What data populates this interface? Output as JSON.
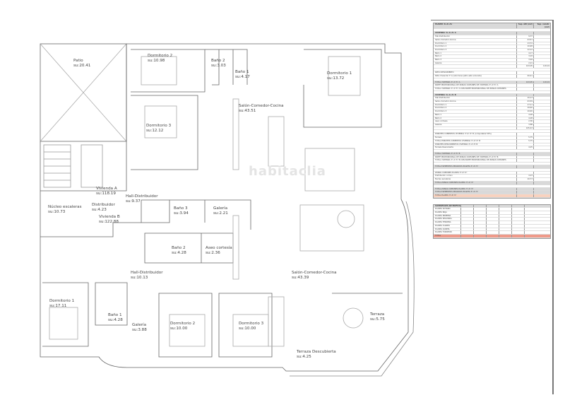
{
  "plan": {
    "watermark": "habitaclia",
    "rooms": [
      {
        "id": "patio",
        "name": "Patio",
        "area": "su:20.41"
      },
      {
        "id": "a-dormitorio-2",
        "name": "Dormitorio 2",
        "area": "su:10.98"
      },
      {
        "id": "a-bano-2",
        "name": "Baño 2",
        "area": "su:3.03"
      },
      {
        "id": "a-bano-1",
        "name": "Baño 1",
        "area": "su:4.17"
      },
      {
        "id": "a-dormitorio-1",
        "name": "Dormitorio 1",
        "area": "su:13.72"
      },
      {
        "id": "a-salon",
        "name": "Salón-Comedor-Cocina",
        "area": "su:43.51"
      },
      {
        "id": "a-dormitorio-3",
        "name": "Dormitorio 3",
        "area": "su:12.12"
      },
      {
        "id": "vivienda-a",
        "name": "Vivienda A",
        "area": "su:118.19"
      },
      {
        "id": "a-hall",
        "name": "Hall-Distribuidor",
        "area": "su:9.37"
      },
      {
        "id": "nucleo",
        "name": "Núcleo escaleras",
        "area": "su:10.73"
      },
      {
        "id": "distribuidor",
        "name": "Distribuidor",
        "area": "su:4.23"
      },
      {
        "id": "vivienda-b",
        "name": "Vivienda B",
        "area": "su:122.88"
      },
      {
        "id": "a-bano-3",
        "name": "Baño 3",
        "area": "su:3.94"
      },
      {
        "id": "a-galeria",
        "name": "Galería",
        "area": "su:2.21"
      },
      {
        "id": "b-bano-2",
        "name": "Baño 2",
        "area": "su:4.28"
      },
      {
        "id": "b-aseo",
        "name": "Aseo cortesía",
        "area": "su:2.36"
      },
      {
        "id": "b-hall",
        "name": "Hall-Distribuidor",
        "area": "su:10.13"
      },
      {
        "id": "b-salon",
        "name": "Salón-Comedor-Cocina",
        "area": "su:43.39"
      },
      {
        "id": "b-dormitorio-1",
        "name": "Dormitorio 1",
        "area": "su:17.11"
      },
      {
        "id": "b-bano-1",
        "name": "Baño 1",
        "area": "su:4.28"
      },
      {
        "id": "b-galeria",
        "name": "Galería",
        "area": "su:3.88"
      },
      {
        "id": "b-dormitorio-2",
        "name": "Dormitorio 2",
        "area": "su:10.00"
      },
      {
        "id": "b-dormitorio-3",
        "name": "Dormitorio 3",
        "area": "su:10.00"
      },
      {
        "id": "b-terraza",
        "name": "Terraza",
        "area": "su:5.75"
      },
      {
        "id": "b-terraza-desc",
        "name": "Terraza Descubierta",
        "area": "su:4.25"
      }
    ]
  },
  "surfaces_table": {
    "columns": [
      "PLANTA 3ª-4ª-5ª",
      "Sup. útil (m2)",
      "Sup. constr. (m2)"
    ],
    "rows": [
      {
        "t": "gap"
      },
      {
        "t": "hd",
        "c": [
          "VIVIENDA 3ª-4ª-5ª A",
          "",
          ""
        ]
      },
      {
        "c": [
          "Hall-Distribuidor",
          "9,37",
          ""
        ]
      },
      {
        "c": [
          "Salón-Comedor-Cocina",
          "43,51",
          ""
        ]
      },
      {
        "c": [
          "Dormitorio 1",
          "13,72",
          ""
        ]
      },
      {
        "c": [
          "Dormitorio 2",
          "10,98",
          ""
        ]
      },
      {
        "c": [
          "Dormitorio 3",
          "12,12",
          ""
        ]
      },
      {
        "c": [
          "Baño 1",
          "4,17",
          ""
        ]
      },
      {
        "c": [
          "Baño 2",
          "3,03",
          ""
        ]
      },
      {
        "c": [
          "Baño 3",
          "3,94",
          ""
        ]
      },
      {
        "c": [
          "Galería",
          "2,21",
          ""
        ]
      },
      {
        "c": [
          "",
          "103,05",
          "118,19"
        ]
      },
      {
        "t": "gap"
      },
      {
        "c": [
          "PATIO DESCUBIERTO",
          "",
          ""
        ]
      },
      {
        "c": [
          "Patio Vivienda 3ª A (solo tiene patio esta vivienda)",
          "20,41",
          ""
        ]
      },
      {
        "t": "gap"
      },
      {
        "t": "tot",
        "c": [
          "TOTAL VIVIENDA 3ª-4ª-5ª A",
          "103,05",
          "118,19"
        ]
      },
      {
        "c": [
          "PARTE PROPORCIONAL DE ZONAS COMUNES DE VIVIENDA 3ª-4ª-5ª A",
          "",
          ""
        ]
      },
      {
        "c": [
          "TOTAL VIVIENDA 3ª-4ª-5ª A CON PARTE PROPORCIONAL DE ZONAS COMUNES",
          "",
          ""
        ]
      },
      {
        "t": "gap"
      },
      {
        "t": "hd",
        "c": [
          "VIVIENDA 3ª-4ª-5ª B",
          "",
          ""
        ]
      },
      {
        "c": [
          "Hall-Distribuidor",
          "10,13",
          ""
        ]
      },
      {
        "c": [
          "Salón-Comedor-Cocina",
          "43,39",
          ""
        ]
      },
      {
        "c": [
          "Dormitorio 1",
          "17,11",
          ""
        ]
      },
      {
        "c": [
          "Dormitorio 2",
          "10,00",
          ""
        ]
      },
      {
        "c": [
          "Dormitorio 3",
          "10,00",
          ""
        ]
      },
      {
        "c": [
          "Baño 1",
          "4,28",
          ""
        ]
      },
      {
        "c": [
          "Baño 2",
          "4,28",
          ""
        ]
      },
      {
        "c": [
          "Aseo cortesía",
          "2,36",
          ""
        ]
      },
      {
        "c": [
          "Galería",
          "3,88",
          ""
        ]
      },
      {
        "c": [
          "",
          "105,43",
          ""
        ]
      },
      {
        "t": "gap"
      },
      {
        "c": [
          "PORCHES CUBIERTOS VIVIENDA 3ª-4ª-5ª B (computable 50%)",
          "",
          ""
        ]
      },
      {
        "c": [
          "Terraza",
          "5,75",
          ""
        ]
      },
      {
        "c": [
          "TOTAL PORCHES CUBIERTOS VIVIENDA 3ª-4ª-5ª B",
          "5,75",
          ""
        ]
      },
      {
        "c": [
          "PORCHES DESCUBIERTOS VIVIENDA 3ª-4ª-5ª B",
          "",
          ""
        ]
      },
      {
        "c": [
          "Terraza Descubierta",
          "4,25",
          ""
        ]
      },
      {
        "t": "gap"
      },
      {
        "t": "tot",
        "c": [
          "TOTAL VIVIENDA 3ª-4ª-5ª B",
          "",
          ""
        ]
      },
      {
        "c": [
          "PARTE PROPORCIONAL DE ZONAS COMUNES DE VIVIENDA 3ª-4ª-5ª B",
          "",
          ""
        ]
      },
      {
        "c": [
          "TOTAL VIVIENDA 3ª-4ª-5ª B CON PARTE PROPORCIONAL DE ZONAS COMUNES",
          "",
          ""
        ]
      },
      {
        "t": "gap"
      },
      {
        "t": "tot",
        "c": [
          "TOTAL ELEMENTOS PRIVADOS PLANTA 3ª-4ª-5ª",
          "",
          ""
        ]
      },
      {
        "t": "gap"
      },
      {
        "c": [
          "ZONAS COMUNES PLANTA 3ª-4ª-5ª",
          "",
          ""
        ]
      },
      {
        "c": [
          "Distribuidor común",
          "4,23",
          ""
        ]
      },
      {
        "c": [
          "Núcleo escaleras",
          "10,73",
          ""
        ]
      },
      {
        "t": "tot",
        "c": [
          "TOTAL ZONAS COMUNES PLANTA 3ª-4ª-5ª",
          "",
          ""
        ]
      },
      {
        "t": "gap"
      },
      {
        "t": "tot",
        "c": [
          "TOTAL ZONAS COMUNES PLANTA 3ª-4ª-5ª",
          "",
          ""
        ]
      },
      {
        "t": "tot",
        "c": [
          "TOTAL ELEMENTOS PRIVADOS PLANTA 3ª-4ª-5ª",
          "",
          ""
        ]
      },
      {
        "t": "pk",
        "c": [
          "TOTAL PLANTA 3ª-4ª-5ª",
          "",
          ""
        ]
      }
    ]
  },
  "summary_table": {
    "columns": [
      "SUPERFICIES DE EDIFICIO",
      "",
      "",
      "",
      "",
      "",
      ""
    ],
    "rows": [
      {
        "c": [
          "PLANTA SÓTANO",
          "",
          "",
          "",
          "",
          "",
          ""
        ]
      },
      {
        "c": [
          "PLANTA BAJA",
          "",
          "",
          "",
          "",
          "",
          ""
        ]
      },
      {
        "c": [
          "PLANTA PRIMERA",
          "",
          "",
          "",
          "",
          "",
          ""
        ]
      },
      {
        "c": [
          "PLANTA SEGUNDA",
          "",
          "",
          "",
          "",
          "",
          ""
        ]
      },
      {
        "c": [
          "PLANTA TERCERA",
          "",
          "",
          "",
          "",
          "",
          ""
        ]
      },
      {
        "c": [
          "PLANTA CUARTA",
          "",
          "",
          "",
          "",
          "",
          ""
        ]
      },
      {
        "c": [
          "PLANTA QUINTA",
          "",
          "",
          "",
          "",
          "",
          ""
        ]
      },
      {
        "c": [
          "PLANTA TORREÓN",
          "",
          "",
          "",
          "",
          "",
          ""
        ]
      },
      {
        "t": "red",
        "c": [
          "TOTAL",
          "",
          "",
          "",
          "",
          "",
          ""
        ]
      }
    ]
  },
  "colors": {
    "wall": "#d0d0d0",
    "line": "#555555",
    "header": "#d9d9d9",
    "highlight": "#f8d2bf",
    "total": "#ef9a8a"
  }
}
